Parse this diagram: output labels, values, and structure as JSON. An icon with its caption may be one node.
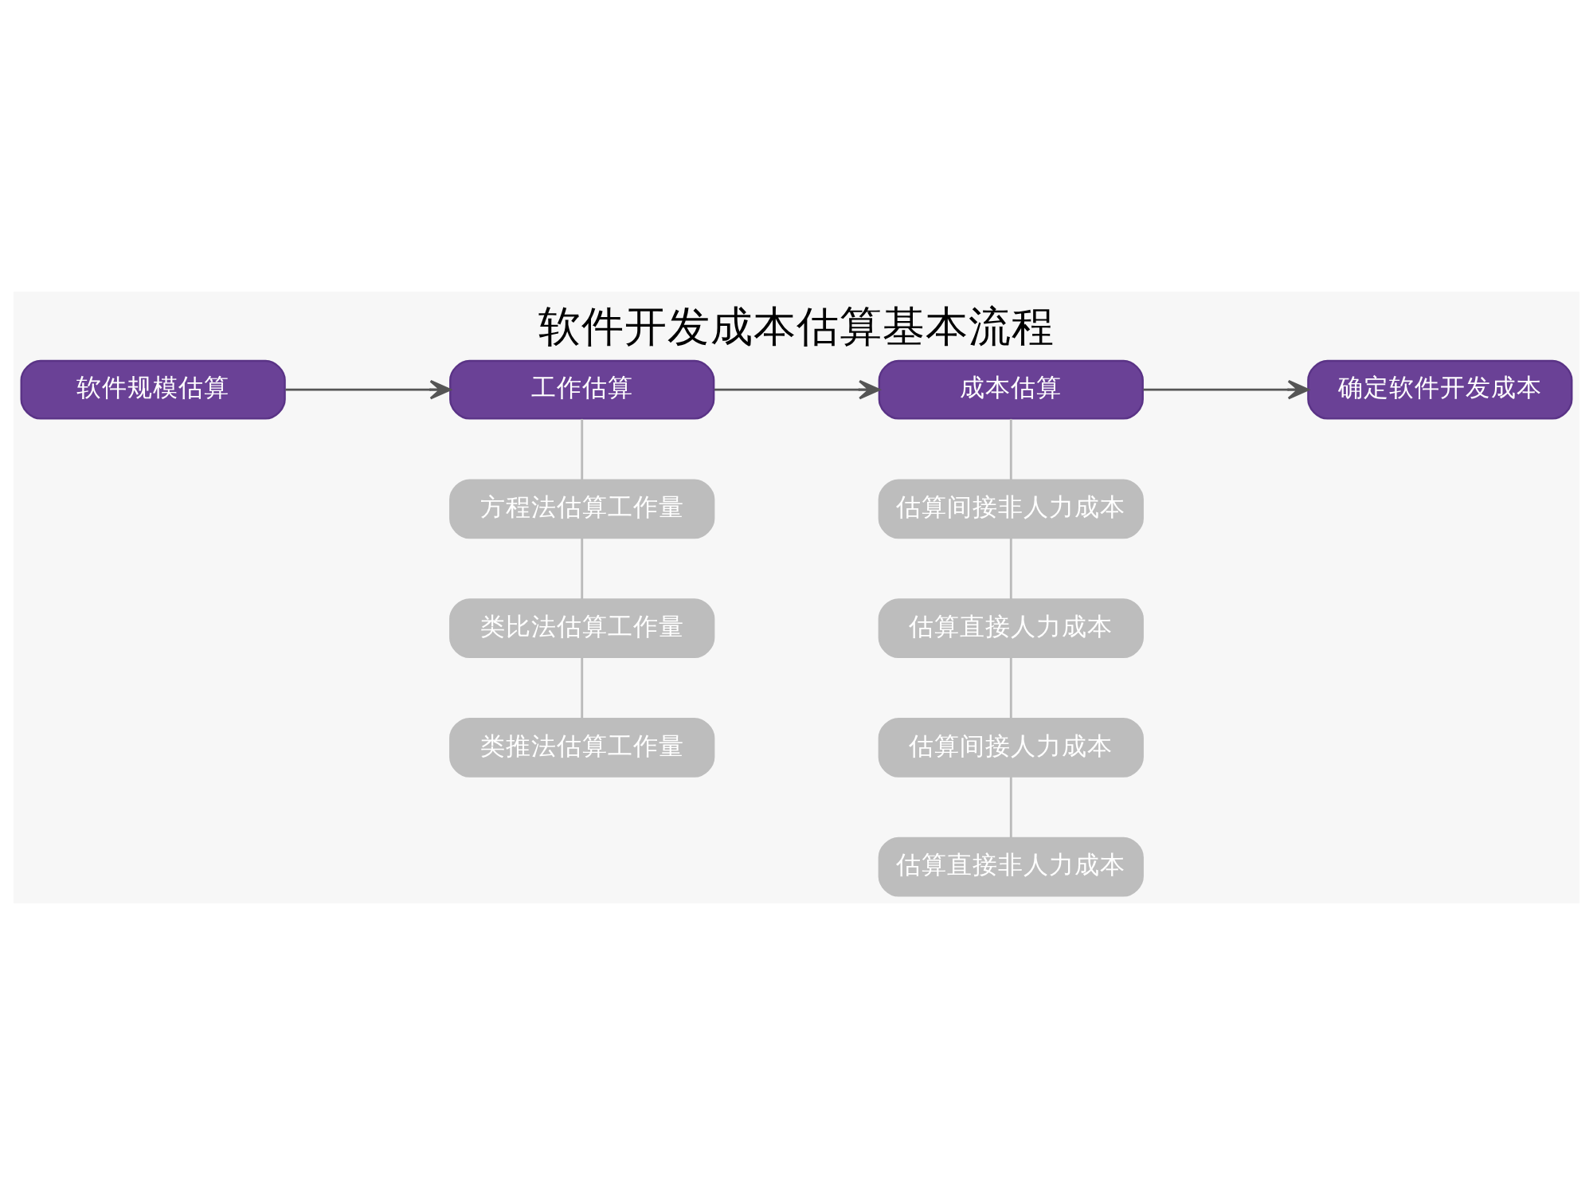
{
  "diagram": {
    "title": "软件开发成本估算基本流程",
    "nodes": [
      {
        "text": [
          "软件规模估算"
        ]
      },
      {
        "text": [
          "工作估算"
        ]
      },
      {
        "text": [
          "成本估算"
        ]
      },
      {
        "text": [
          "确定软件开发成本"
        ]
      },
      {
        "text": [
          "方程法估算工作量"
        ]
      },
      {
        "text": [
          "类比法估算工作量"
        ]
      },
      {
        "text": [
          "类推法估算工作量"
        ]
      },
      {
        "text": [
          "估算间接非人力成本"
        ]
      },
      {
        "text": [
          "估算直接人力成本"
        ]
      },
      {
        "text": [
          "估算间接人力成本"
        ]
      },
      {
        "text": [
          "估算直接非人力成本"
        ]
      }
    ],
    "edges": [
      {
        "from": 0,
        "to": 1,
        "arrow": "to",
        "color": "#555555"
      },
      {
        "from": 1,
        "to": 2,
        "arrow": "to",
        "color": "#555555"
      },
      {
        "from": 2,
        "to": 3,
        "arrow": "to",
        "color": "#555555"
      },
      {
        "from": 1,
        "to": 4,
        "arrow": "none"
      },
      {
        "from": 4,
        "to": 5,
        "arrow": "none"
      },
      {
        "from": 5,
        "to": 6,
        "arrow": "none"
      },
      {
        "from": 2,
        "to": 7,
        "arrow": "none"
      },
      {
        "from": 7,
        "to": 8,
        "arrow": "none"
      },
      {
        "from": 8,
        "to": 9,
        "arrow": "none"
      },
      {
        "from": 9,
        "to": 10,
        "arrow": "none"
      }
    ]
  }
}
